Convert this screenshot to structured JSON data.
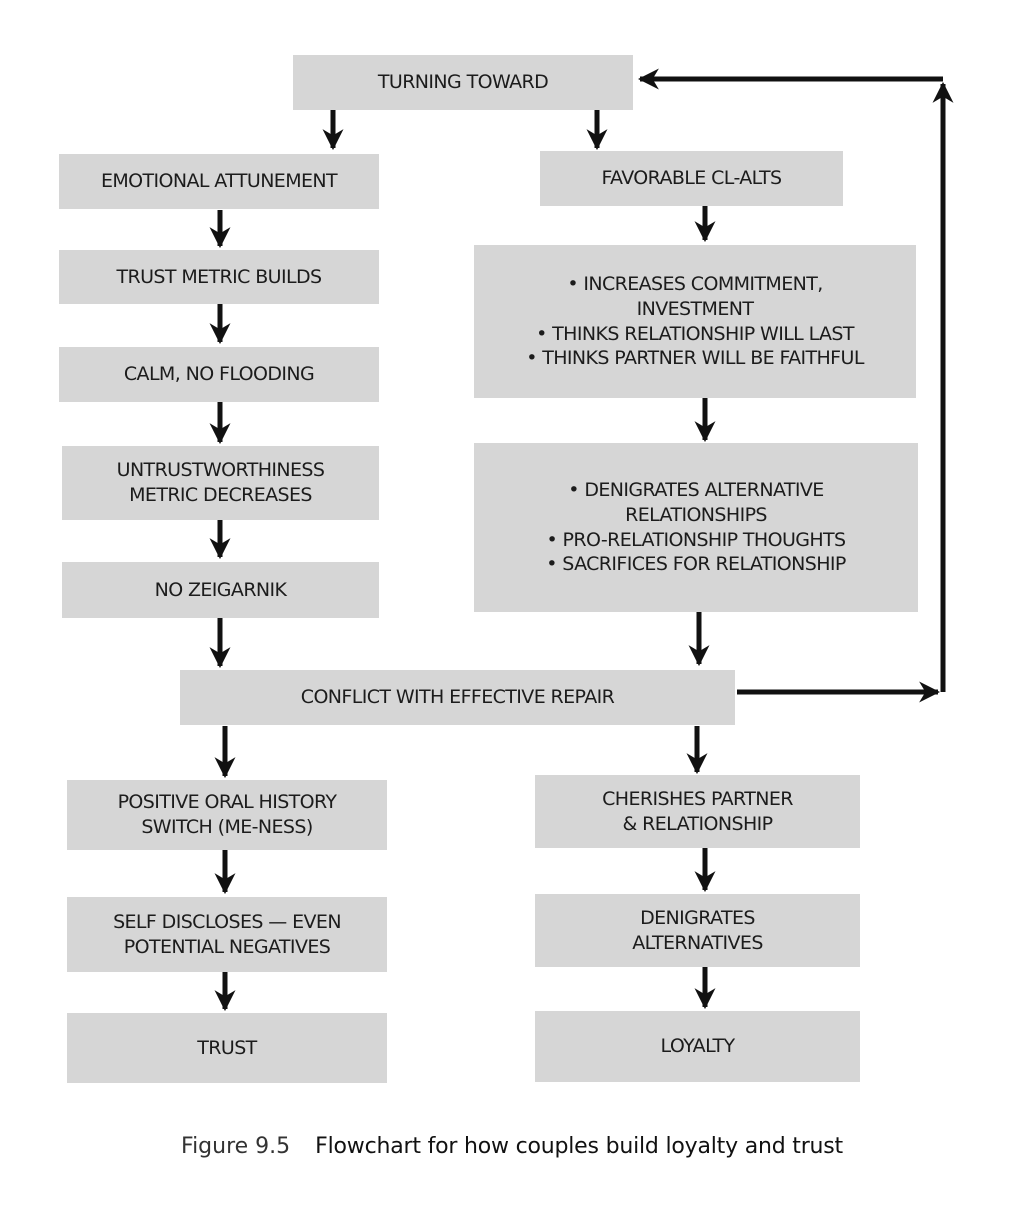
{
  "figure": {
    "label": "Figure 9.5",
    "caption": "Flowchart for how couples build loyalty and trust"
  },
  "colors": {
    "box_fill": "#d6d6d6",
    "arrow": "#111111",
    "text": "#1c1c1c"
  },
  "nodes": {
    "turning_toward": {
      "lines": [
        "TURNING TOWARD"
      ]
    },
    "emotional_attunement": {
      "lines": [
        "EMOTIONAL ATTUNEMENT"
      ]
    },
    "trust_metric_builds": {
      "lines": [
        "TRUST METRIC BUILDS"
      ]
    },
    "calm_no_flooding": {
      "lines": [
        "CALM, NO FLOODING"
      ]
    },
    "untrustworthiness": {
      "lines": [
        "UNTRUSTWORTHINESS",
        "METRIC DECREASES"
      ]
    },
    "no_zeigarnik": {
      "lines": [
        "NO ZEIGARNIK"
      ]
    },
    "favorable_cl_alts": {
      "lines": [
        "FAVORABLE CL-ALTS"
      ]
    },
    "commitment": {
      "lines": [
        "• INCREASES COMMITMENT,",
        "INVESTMENT",
        "• THINKS RELATIONSHIP WILL LAST",
        "• THINKS PARTNER WILL BE FAITHFUL"
      ]
    },
    "denigrates_alternative_relationships": {
      "lines": [
        "• DENIGRATES ALTERNATIVE",
        "RELATIONSHIPS",
        "• PRO-RELATIONSHIP THOUGHTS",
        "• SACRIFICES FOR RELATIONSHIP"
      ]
    },
    "conflict_repair": {
      "lines": [
        "CONFLICT WITH EFFECTIVE REPAIR"
      ]
    },
    "positive_oral_history": {
      "lines": [
        "POSITIVE ORAL HISTORY",
        "SWITCH (ME-NESS)"
      ]
    },
    "self_discloses": {
      "lines": [
        "SELF DISCLOSES — EVEN",
        "POTENTIAL NEGATIVES"
      ]
    },
    "trust": {
      "lines": [
        "TRUST"
      ]
    },
    "cherishes_partner": {
      "lines": [
        "CHERISHES PARTNER",
        "& RELATIONSHIP"
      ]
    },
    "denigrates_alternatives": {
      "lines": [
        "DENIGRATES",
        "ALTERNATIVES"
      ]
    },
    "loyalty": {
      "lines": [
        "LOYALTY"
      ]
    }
  },
  "edges": [
    [
      "turning_toward",
      "emotional_attunement"
    ],
    [
      "turning_toward",
      "favorable_cl_alts"
    ],
    [
      "emotional_attunement",
      "trust_metric_builds"
    ],
    [
      "trust_metric_builds",
      "calm_no_flooding"
    ],
    [
      "calm_no_flooding",
      "untrustworthiness"
    ],
    [
      "untrustworthiness",
      "no_zeigarnik"
    ],
    [
      "no_zeigarnik",
      "conflict_repair"
    ],
    [
      "favorable_cl_alts",
      "commitment"
    ],
    [
      "commitment",
      "denigrates_alternative_relationships"
    ],
    [
      "denigrates_alternative_relationships",
      "conflict_repair"
    ],
    [
      "conflict_repair",
      "turning_toward"
    ],
    [
      "conflict_repair",
      "positive_oral_history"
    ],
    [
      "conflict_repair",
      "cherishes_partner"
    ],
    [
      "positive_oral_history",
      "self_discloses"
    ],
    [
      "self_discloses",
      "trust"
    ],
    [
      "cherishes_partner",
      "denigrates_alternatives"
    ],
    [
      "denigrates_alternatives",
      "loyalty"
    ]
  ]
}
